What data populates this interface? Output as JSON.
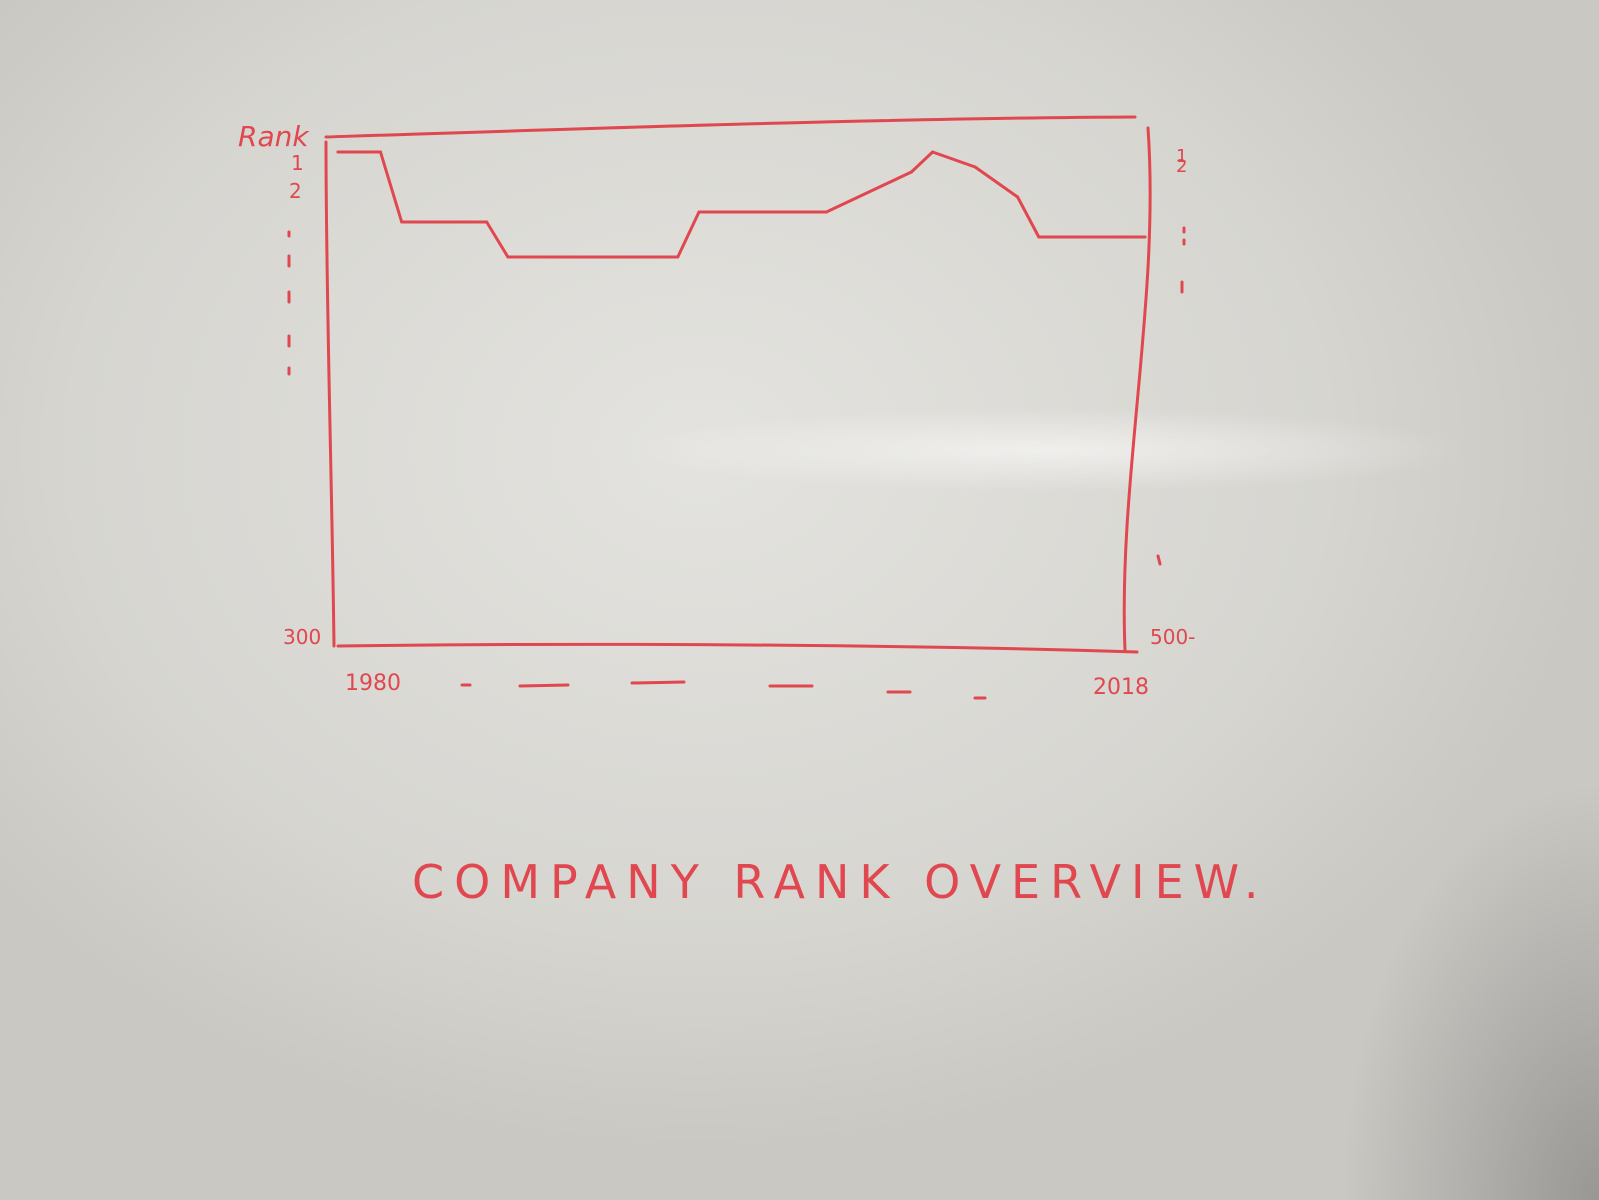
{
  "chart_data": {
    "type": "line",
    "title": "COMPANY RANK OVERVIEW.",
    "ylabel": "Rank",
    "y_ticks_left": [
      "1",
      "2",
      "300"
    ],
    "y_ticks_right": [
      "1",
      "2",
      "500-"
    ],
    "x_ticks": [
      "1980",
      "2018"
    ],
    "xlim": [
      1980,
      2018
    ],
    "step": true,
    "x": [
      1980,
      1982,
      1983,
      1987,
      1988,
      1996,
      1997,
      2003,
      2007,
      2008,
      2010,
      2012,
      2013,
      2018
    ],
    "y": [
      1,
      1,
      15,
      15,
      22,
      22,
      13,
      13,
      5,
      1,
      4,
      10,
      18,
      18
    ],
    "grid": false,
    "legend": "none"
  },
  "colors": {
    "ink": "#e0474f",
    "board": "#d8d7d3"
  }
}
